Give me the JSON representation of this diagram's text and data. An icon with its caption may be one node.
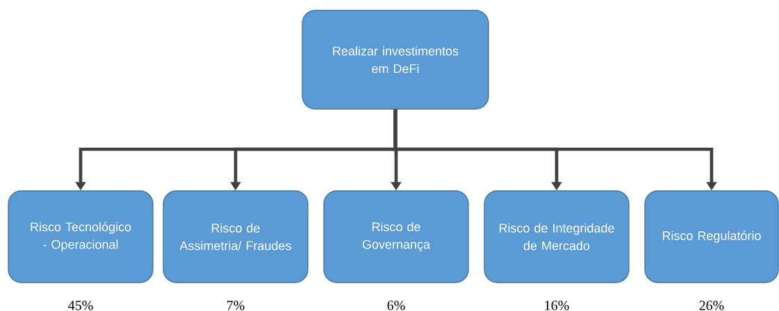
{
  "diagram": {
    "nodes": [
      {
        "text": [
          "Realizar investimentos em DeFi"
        ]
      },
      {
        "text": [
          "Risco Tecnológico - Operacional"
        ],
        "beside": [
          "45%"
        ]
      },
      {
        "text": [
          "Risco de Assimetria/ Fraudes"
        ],
        "beside": [
          "7%"
        ]
      },
      {
        "text": [
          "Risco de Governança"
        ],
        "beside": [
          "6%"
        ]
      },
      {
        "text": [
          "Risco de Integridade de Mercado"
        ],
        "beside": [
          "16%"
        ]
      },
      {
        "text": [
          "Risco Regulatório"
        ],
        "beside": [
          "26%"
        ]
      }
    ],
    "edges": [
      {
        "from": 0,
        "to": 1,
        "arrow": "to"
      },
      {
        "from": 0,
        "to": 2,
        "arrow": "to"
      },
      {
        "from": 0,
        "to": 3,
        "arrow": "to"
      },
      {
        "from": 0,
        "to": 4,
        "arrow": "to"
      },
      {
        "from": 0,
        "to": 5,
        "arrow": "to"
      }
    ]
  }
}
